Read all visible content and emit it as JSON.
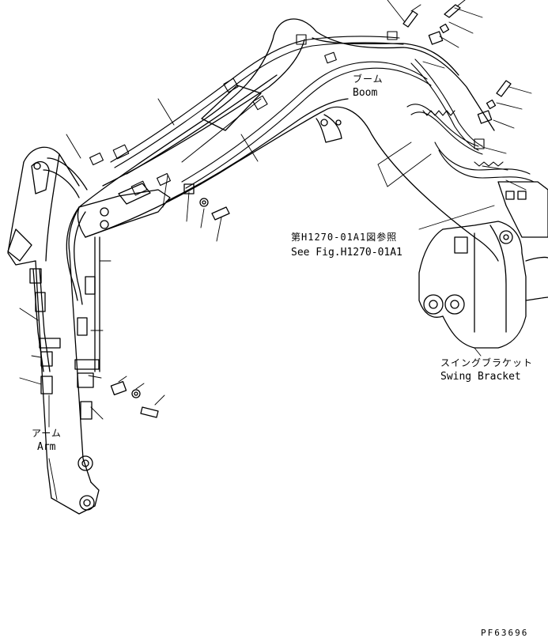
{
  "labels": {
    "boom_jp": "ブーム",
    "boom_en": "Boom",
    "reference_jp": "第H1270-01A1図参照",
    "reference_en": "See Fig.H1270-01A1",
    "swing_jp": "スイングブラケット",
    "swing_en": "Swing Bracket",
    "arm_jp": "アーム",
    "arm_en": "Arm",
    "drawing_code": "PF63696"
  },
  "colors": {
    "line": "#000000",
    "background": "#ffffff"
  }
}
